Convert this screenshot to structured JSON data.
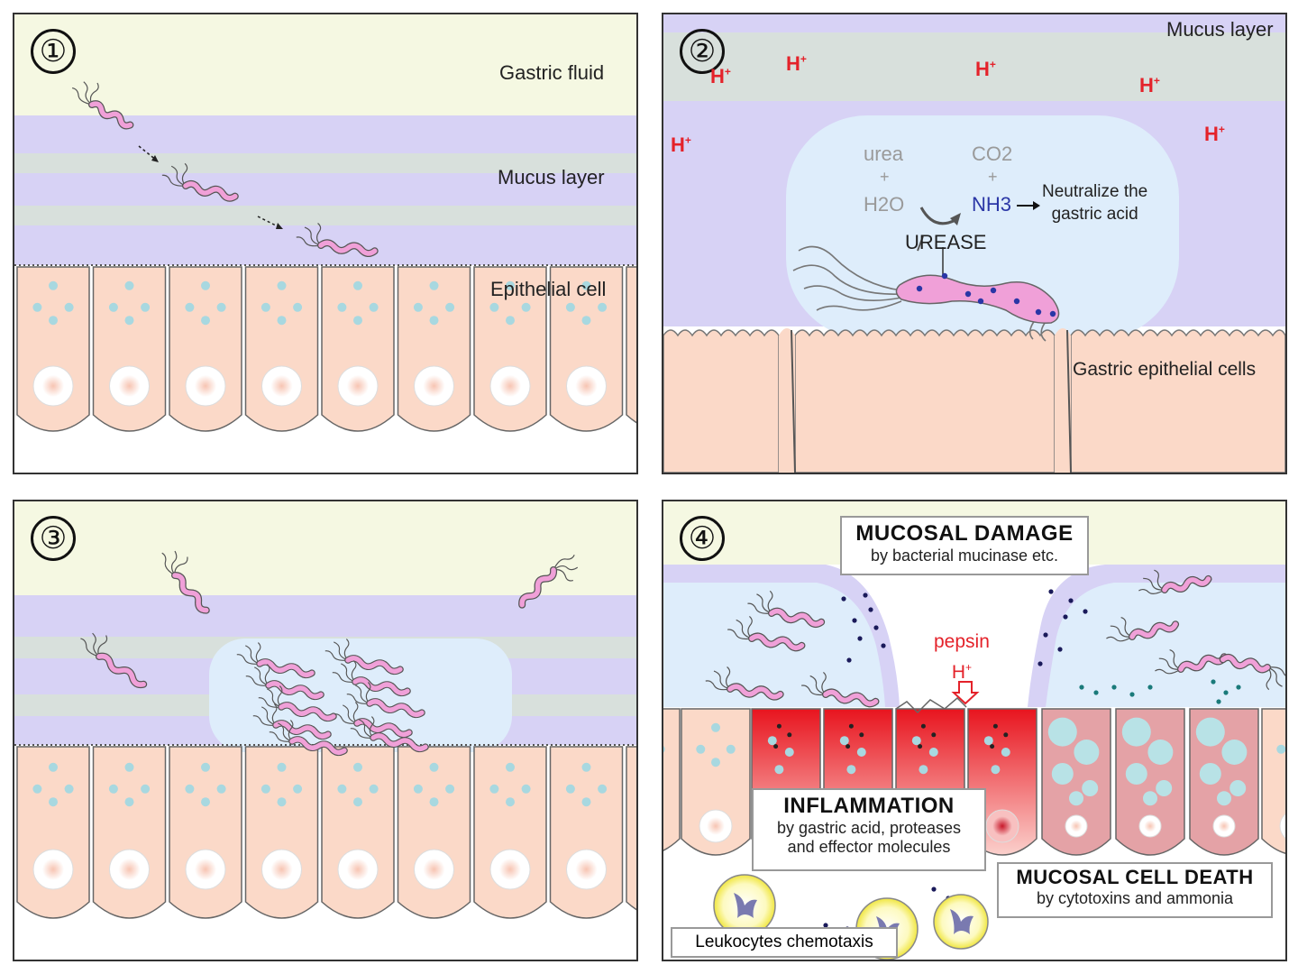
{
  "panels": [
    {
      "number": "①",
      "labels": {
        "gastric_fluid": "Gastric fluid",
        "mucus_layer": "Mucus layer",
        "epithelial_cell": "Epithelial cell"
      }
    },
    {
      "number": "②",
      "labels": {
        "mucus_layer": "Mucus layer",
        "epithelial_cells": "Gastric epithelial cells"
      },
      "h_ion": "H",
      "reaction": {
        "urea": "urea",
        "plus1": "+",
        "h2o": "H2O",
        "co2": "CO2",
        "plus2": "+",
        "nh3": "NH3",
        "urease": "UREASE",
        "neutralize_line1": "Neutralize the",
        "neutralize_line2": "gastric acid"
      }
    },
    {
      "number": "③"
    },
    {
      "number": "④",
      "mucosal_damage": {
        "title": "MUCOSAL DAMAGE",
        "subtitle": "by bacterial mucinase etc."
      },
      "pepsin": "pepsin",
      "h_ion": "H",
      "inflammation": {
        "title": "INFLAMMATION",
        "line1": "by gastric acid, proteases",
        "line2": "and effector molecules"
      },
      "cell_death": {
        "title": "MUCOSAL CELL DEATH",
        "subtitle": "by cytotoxins and ammonia"
      },
      "leukocytes": "Leukocytes chemotaxis"
    }
  ],
  "colors": {
    "gastric_fluid": "#f5f8e2",
    "mucus_purple": "#d7d2f5",
    "mucus_gray": "#d8e0dc",
    "cell_fill": "#fbd9c8",
    "colony_blue": "#deedfb",
    "bacterium": "#f0a0d8",
    "inflamed_red": "#ee2a33",
    "dying_cell": "#e4a2a6",
    "h_ion_red": "#e4222a",
    "nh3_blue": "#2a36a6"
  }
}
